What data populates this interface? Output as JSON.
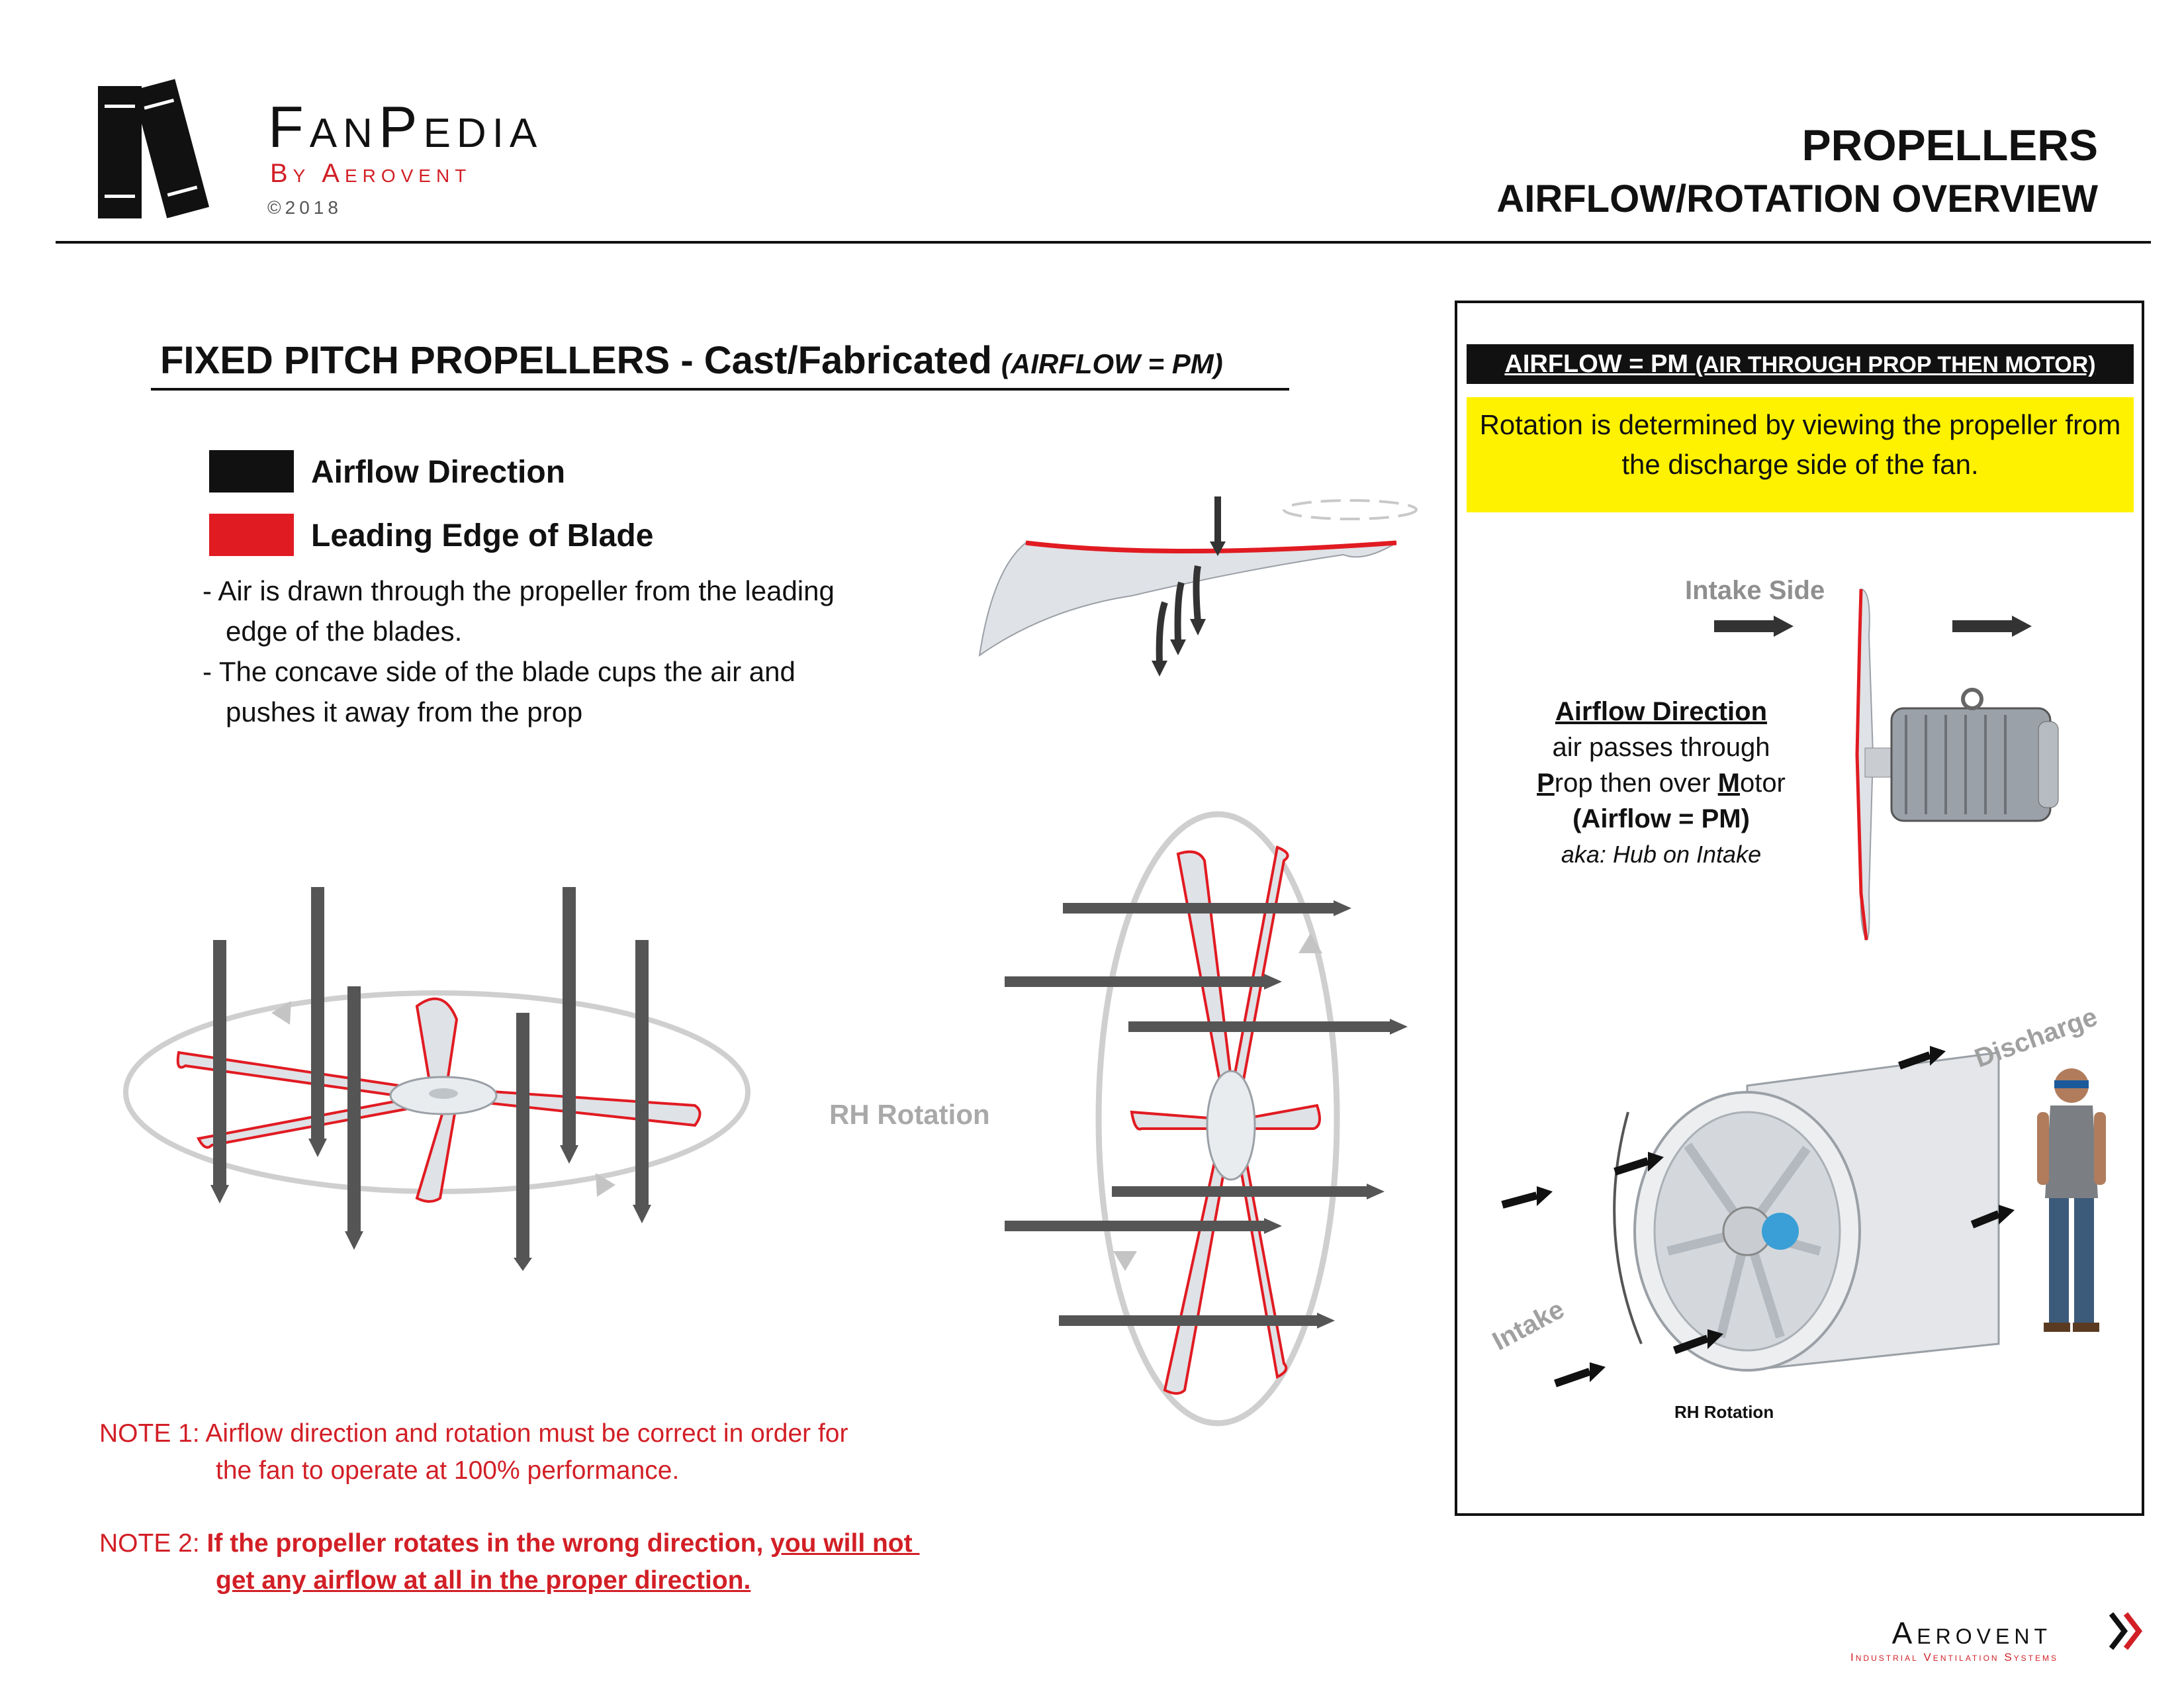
{
  "header": {
    "brand_title": "FanPedia",
    "brand_sub": "By Aerovent",
    "brand_copyright": "©2018",
    "page_title": "PROPELLERS",
    "page_subtitle": "AIRFLOW/ROTATION OVERVIEW"
  },
  "section": {
    "title": "FIXED PITCH PROPELLERS - Cast/Fabricated",
    "title_sub": "(AIRFLOW = PM)",
    "legend": [
      {
        "label": "Airflow Direction",
        "color": "#111111"
      },
      {
        "label": "Leading Edge of Blade",
        "color": "#e11b22"
      }
    ],
    "bullets": [
      "- Air is drawn through the propeller from the leading",
      "   edge of the blades.",
      "- The concave side of the blade cups the air and",
      "   pushes it away from the prop"
    ],
    "rotation_label": "RH Rotation",
    "note1_prefix": "NOTE 1: ",
    "note1_line1": "Airflow direction and rotation must be correct in order for",
    "note1_line2": "the fan to operate at 100% performance.",
    "note2_prefix": "NOTE 2: ",
    "note2_bold": "If the propeller rotates in the wrong direction, ",
    "note2_underline1": "you will not ",
    "note2_underline2": "get any airflow at all in the proper direction."
  },
  "panel": {
    "heading_main": "AIRFLOW = PM",
    "heading_small": "(AIR THROUGH PROP THEN MOTOR)",
    "note": "Rotation is determined by viewing the propeller from the discharge side of the fan.",
    "intake_side": "Intake Side",
    "af_title": "Airflow Direction",
    "af_line1": "air passes through",
    "af_line2_p": "P",
    "af_line2_mid": "rop then over ",
    "af_line2_m": "M",
    "af_line2_end": "otor",
    "af_line3": "(Airflow = PM)",
    "af_line4": "aka: Hub on Intake",
    "discharge_label": "Discharge",
    "intake_label": "Intake",
    "rotation_label": "RH Rotation"
  },
  "footer": {
    "brand": "Aerovent",
    "tagline": "Industrial Ventilation Systems"
  }
}
